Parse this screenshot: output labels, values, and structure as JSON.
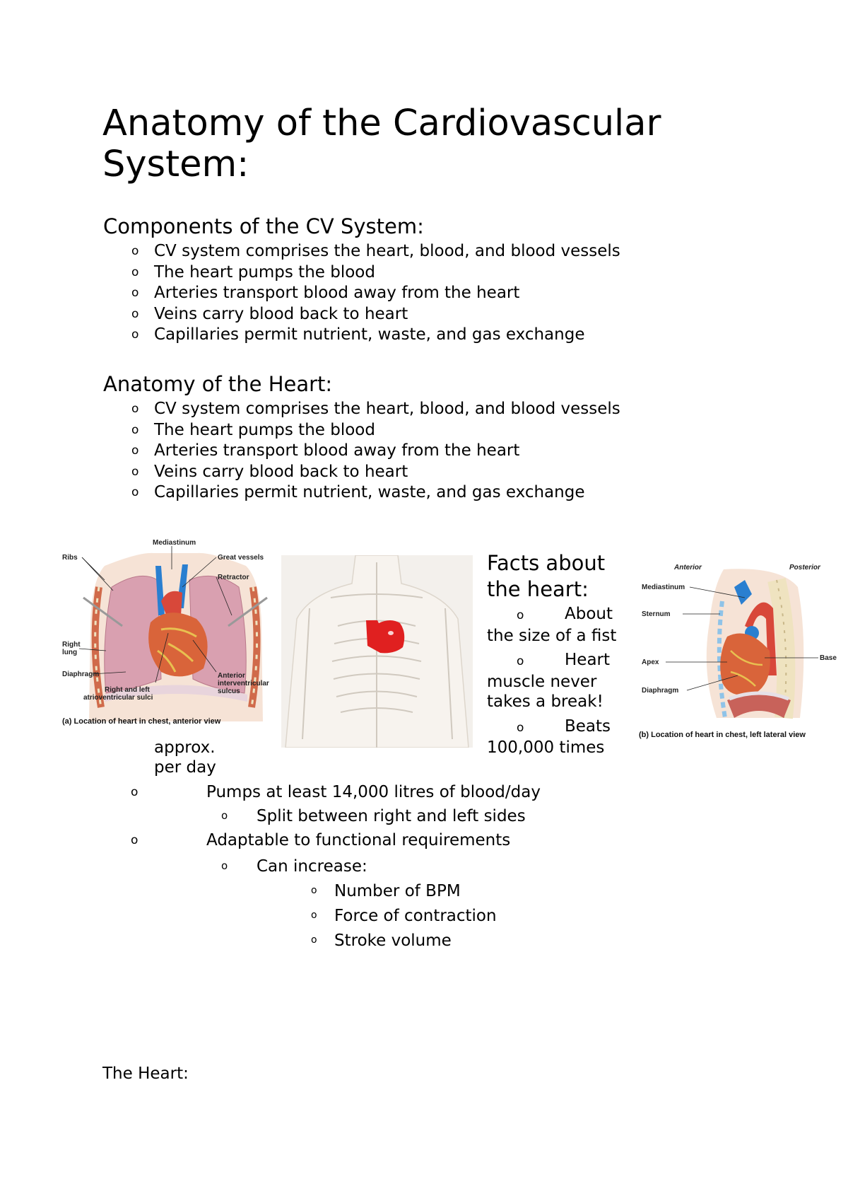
{
  "document": {
    "title_line1": "Anatomy of the Cardiovascular",
    "title_line2": "System:",
    "bullet_glyph": "o",
    "components": {
      "heading": "Components of the CV System:",
      "items": [
        "CV system comprises the heart, blood, and blood vessels",
        "The heart pumps the blood",
        "Arteries transport blood away from the heart",
        "Veins carry blood back to heart",
        "Capillaries permit nutrient, waste, and gas exchange"
      ]
    },
    "heart_anatomy": {
      "heading": "Anatomy of the Heart:",
      "items": [
        "CV system comprises the heart, blood, and blood vessels",
        "The heart pumps the blood",
        "Arteries transport blood away from the heart",
        "Veins carry blood back to heart",
        "Capillaries permit nutrient, waste, and gas exchange"
      ]
    },
    "figure_a": {
      "labels": {
        "mediastinum": "Mediastinum",
        "ribs": "Ribs",
        "great_vessels": "Great vessels",
        "retractor": "Retractor",
        "right_lung": "Right",
        "right_lung_2": "lung",
        "diaphragm": "Diaphragm",
        "av_sulci_1": "Right and left",
        "av_sulci_2": "atrioventricular sulci",
        "anterior_iv_1": "Anterior",
        "anterior_iv_2": "interventricular",
        "anterior_iv_3": "sulcus"
      },
      "caption": "(a) Location of heart in chest, anterior view"
    },
    "figure_b": {
      "labels": {
        "anterior": "Anterior",
        "posterior": "Posterior",
        "mediastinum": "Mediastinum",
        "sternum": "Sternum",
        "base": "Base",
        "apex": "Apex",
        "diaphragm": "Diaphragm"
      },
      "caption": "(b) Location of heart in chest, left lateral view"
    },
    "facts": {
      "heading_line1": "Facts about",
      "heading_line2": "the heart:",
      "fact1_a": "About",
      "fact1_b": "the size of a fist",
      "fact2_a": "Heart",
      "fact2_b": "muscle never",
      "fact2_c": "takes a break!",
      "fact3_a": "Beats",
      "fact3_b": "100,000 times",
      "fact3_c": "approx.",
      "fact3_d": "per day"
    },
    "more_facts": {
      "pumps": "Pumps at least 14,000 litres of blood/day",
      "split": "Split between right and left sides",
      "adaptable": "Adaptable to functional requirements",
      "can_increase": "Can increase:",
      "increase_items": [
        "Number of BPM",
        "Force of contraction",
        "Stroke volume"
      ]
    },
    "the_heart_heading": "The Heart:"
  },
  "colors": {
    "text": "#000000",
    "heart_red": "#e02020",
    "vessel_blue": "#2a7fd0",
    "lung_pink": "#d9a0b0",
    "bone": "#efe3c0",
    "skin": "#f6e3d6"
  }
}
